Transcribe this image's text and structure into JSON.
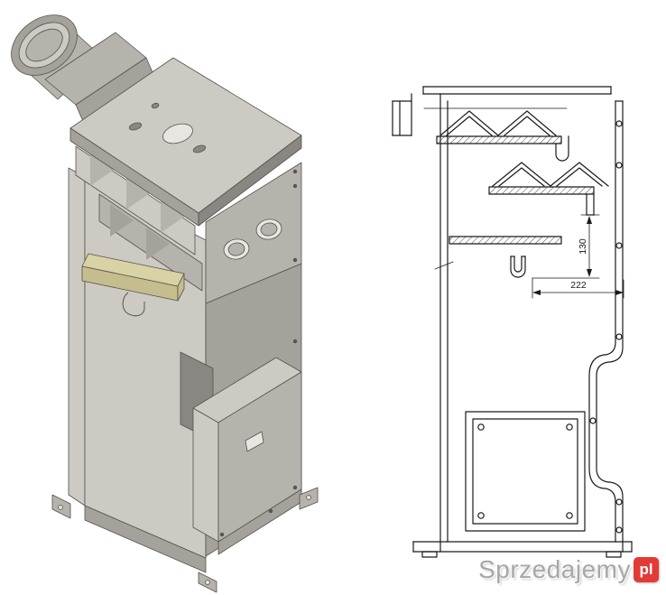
{
  "section_view": {
    "dimensions": {
      "height_130": "130",
      "width_222": "222"
    }
  },
  "watermark": {
    "name": "Sprzedajemy",
    "tld": "pl"
  },
  "colors": {
    "body_light": "#cdcac4",
    "body_mid": "#b6b3ad",
    "body_dark": "#a5a29c",
    "body_deep": "#8a8782",
    "body_pale": "#e8e6e1",
    "drawer_tan": "#d9d2a4",
    "drawer_tan_dark": "#c6bd8e",
    "line_iso": "#55524d",
    "line_section": "#1a1a1a",
    "watermark_gray": "#8f8f8f",
    "watermark_red": "#e23b37"
  }
}
